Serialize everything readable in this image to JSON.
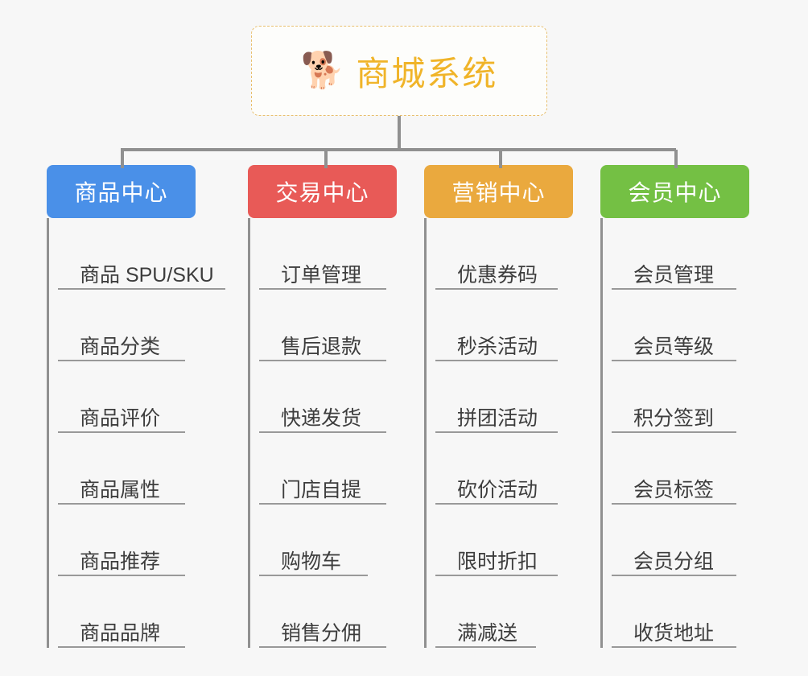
{
  "root": {
    "icon": "shiba-dog-face-emoji",
    "emoji": "🐕",
    "title": "商城系统",
    "title_color": "#f0b429",
    "border_color": "#e8bf6e"
  },
  "canvas": {
    "background": "#f7f7f7",
    "connector_color": "#909090",
    "rule_color": "#999999"
  },
  "branches": [
    {
      "label": "商品中心",
      "color": "#4a90e8",
      "items": [
        "商品 SPU/SKU",
        "商品分类",
        "商品评价",
        "商品属性",
        "商品推荐",
        "商品品牌"
      ]
    },
    {
      "label": "交易中心",
      "color": "#e85a57",
      "items": [
        "订单管理",
        "售后退款",
        "快递发货",
        "门店自提",
        "购物车",
        "销售分佣"
      ]
    },
    {
      "label": "营销中心",
      "color": "#eaa93e",
      "items": [
        "优惠券码",
        "秒杀活动",
        "拼团活动",
        "砍价活动",
        "限时折扣",
        "满减送"
      ]
    },
    {
      "label": "会员中心",
      "color": "#74c044",
      "items": [
        "会员管理",
        "会员等级",
        "积分签到",
        "会员标签",
        "会员分组",
        "收货地址"
      ]
    }
  ]
}
